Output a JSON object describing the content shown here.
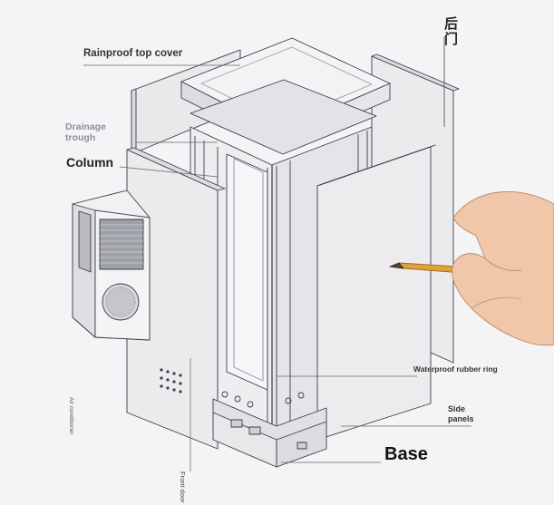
{
  "labels": {
    "top_cover": "Rainproof top cover",
    "drainage": "Drainage trough",
    "column": "Column",
    "rubber_ring": "Waterproof rubber ring",
    "side_panels": "Side panels",
    "base": "Base",
    "back_door": "后门",
    "air_conditioner": "Air conditioner",
    "front_door": "Front door"
  },
  "colors": {
    "line": "#3a3d44",
    "panel": "#ececef",
    "panel_dark": "#d7d8dc",
    "background": "#f4f4f6",
    "pencil": "#e0a23a",
    "skin": "#f0c7a8"
  }
}
